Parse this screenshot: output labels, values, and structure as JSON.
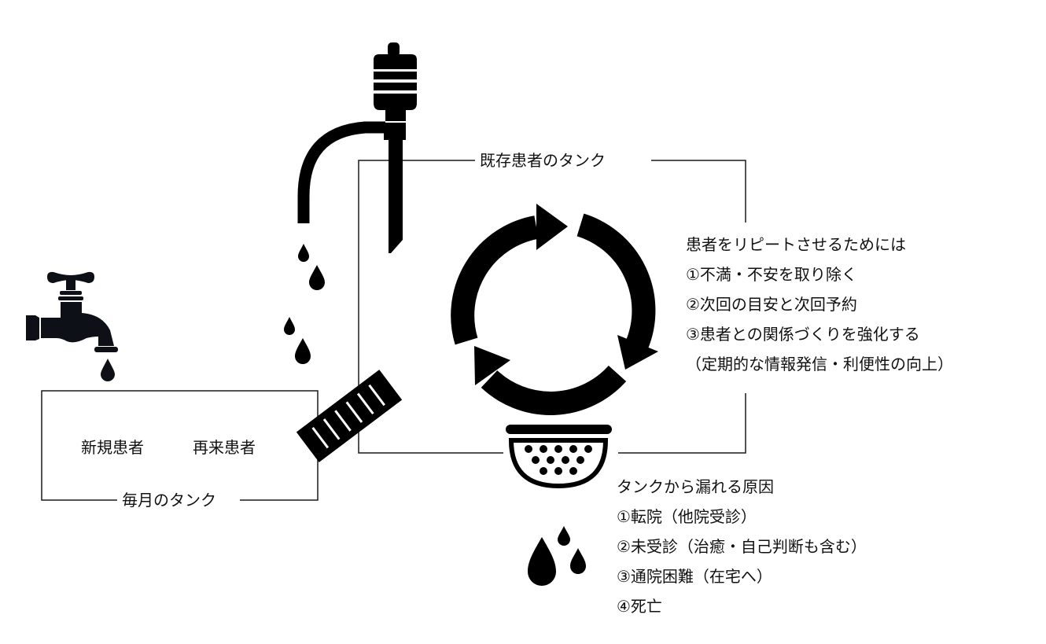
{
  "colors": {
    "ink": "#000000",
    "faucet": "#0d1117",
    "line": "#1a1a1a",
    "background": "#ffffff"
  },
  "monthly_tank": {
    "title": "毎月のタンク",
    "items": [
      "新規患者",
      "再来患者"
    ]
  },
  "existing_tank": {
    "title": "既存患者のタンク"
  },
  "repeat_box": {
    "heading": "患者をリピートさせるためには",
    "items": [
      "①不満・不安を取り除く",
      "②次回の目安と次回予約",
      "③患者との関係づくりを強化する",
      "（定期的な情報発信・利便性の向上）"
    ]
  },
  "leak_box": {
    "heading": "タンクから漏れる原因",
    "items": [
      "①転院（他院受診）",
      "②未受診（治癒・自己判断も含む）",
      "③通院困難（在宅へ）",
      "④死亡"
    ]
  },
  "icons": [
    "faucet-icon",
    "water-drop-icon",
    "hand-pump-icon",
    "pipe-icon",
    "recycle-arrows-icon",
    "strainer-icon",
    "leaking-drops-icon"
  ]
}
